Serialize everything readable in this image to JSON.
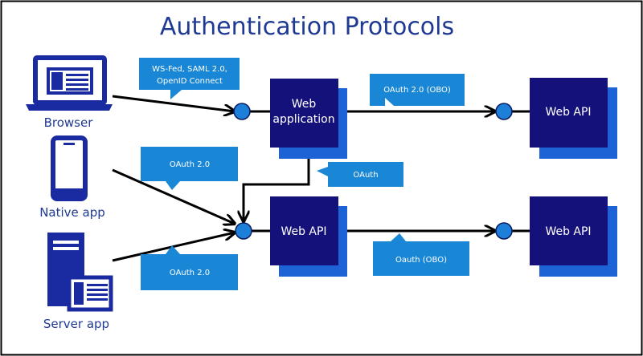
{
  "title": "Authentication Protocols",
  "clients": {
    "browser": "Browser",
    "native": "Native app",
    "server": "Server app"
  },
  "services": {
    "web_app_line1": "Web",
    "web_app_line2": "application",
    "web_api_top_right": "Web API",
    "web_api_middle": "Web API",
    "web_api_bottom_right": "Web API"
  },
  "callouts": {
    "browser_line1": "WS-Fed, SAML 2.0,",
    "browser_line2": "OpenID Connect",
    "webapp_to_api": "OAuth 2.0 (OBO)",
    "webapp_down": "OAuth",
    "native": "OAuth 2.0",
    "server": "OAuth 2.0",
    "api_to_api": "Oauth (OBO)"
  },
  "colors": {
    "border": "#000000",
    "title": "#1f3a93",
    "navy": "#14127a",
    "navy_shadow": "#1e63d6",
    "callout": "#1a86d6",
    "dot": "#1e7fd8",
    "device": "#1a2aa0"
  }
}
